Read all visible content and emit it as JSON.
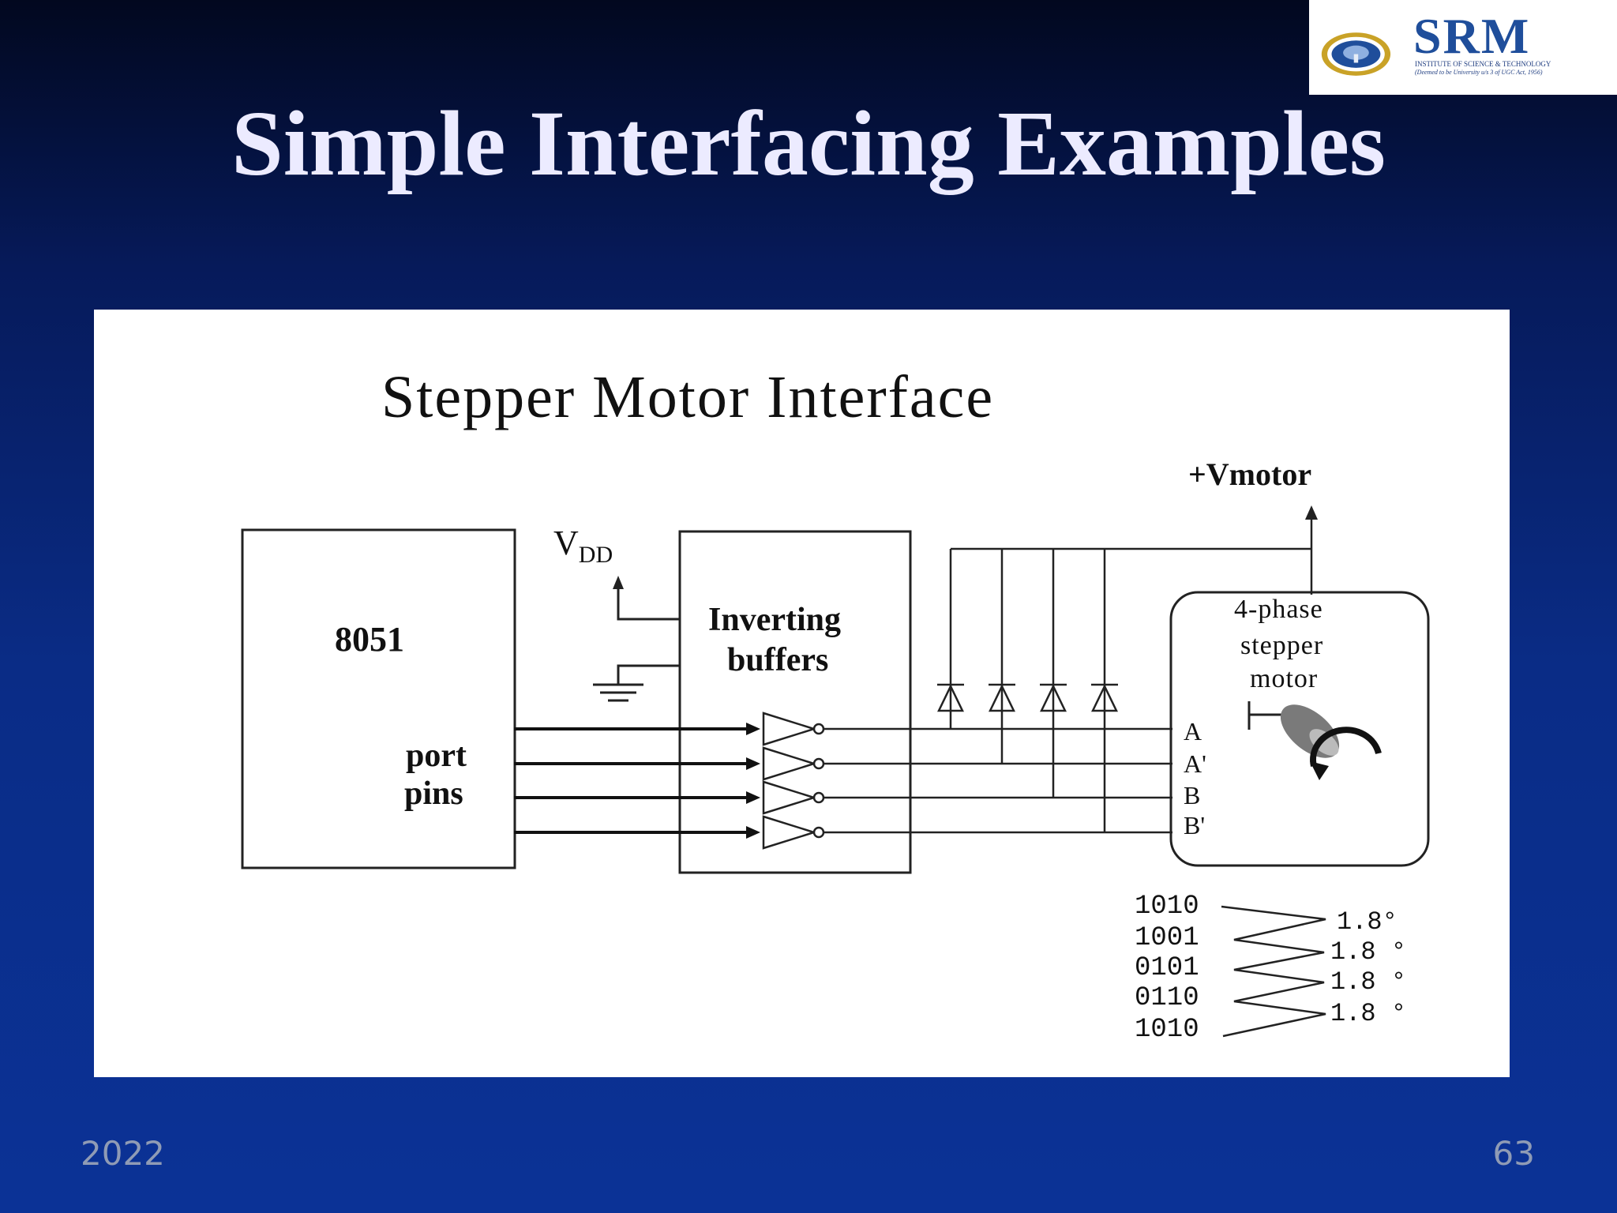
{
  "logo": {
    "wordmark": "SRM",
    "tagline": "INSTITUTE OF SCIENCE & TECHNOLOGY",
    "subtagline": "(Deemed to be University u/s 3 of UGC Act, 1956)",
    "brand_color": "#1f4e9b",
    "seal_color": "#c9a227"
  },
  "slide": {
    "title": "Simple Interfacing Examples",
    "footer_year": "2022",
    "page_number": "63"
  },
  "diagram": {
    "title": "Stepper Motor Interface",
    "vmotor_label": "+Vmotor",
    "vdd_label": "V",
    "vdd_subscript": "DD",
    "mcu_label": "8051",
    "port_label_line1": "port",
    "port_label_line2": "pins",
    "buffer_label_line1": "Inverting",
    "buffer_label_line2": "buffers",
    "motor_label_line1": "4-phase",
    "motor_label_line2": "stepper",
    "motor_label_line3": "motor",
    "phases": [
      "A",
      "A'",
      "B",
      "B'"
    ],
    "sequence": [
      "1010",
      "1001",
      "0101",
      "0110",
      "1010"
    ],
    "step_angles": [
      "1.8°",
      "1.8 °",
      "1.8 °",
      "1.8 °"
    ]
  }
}
